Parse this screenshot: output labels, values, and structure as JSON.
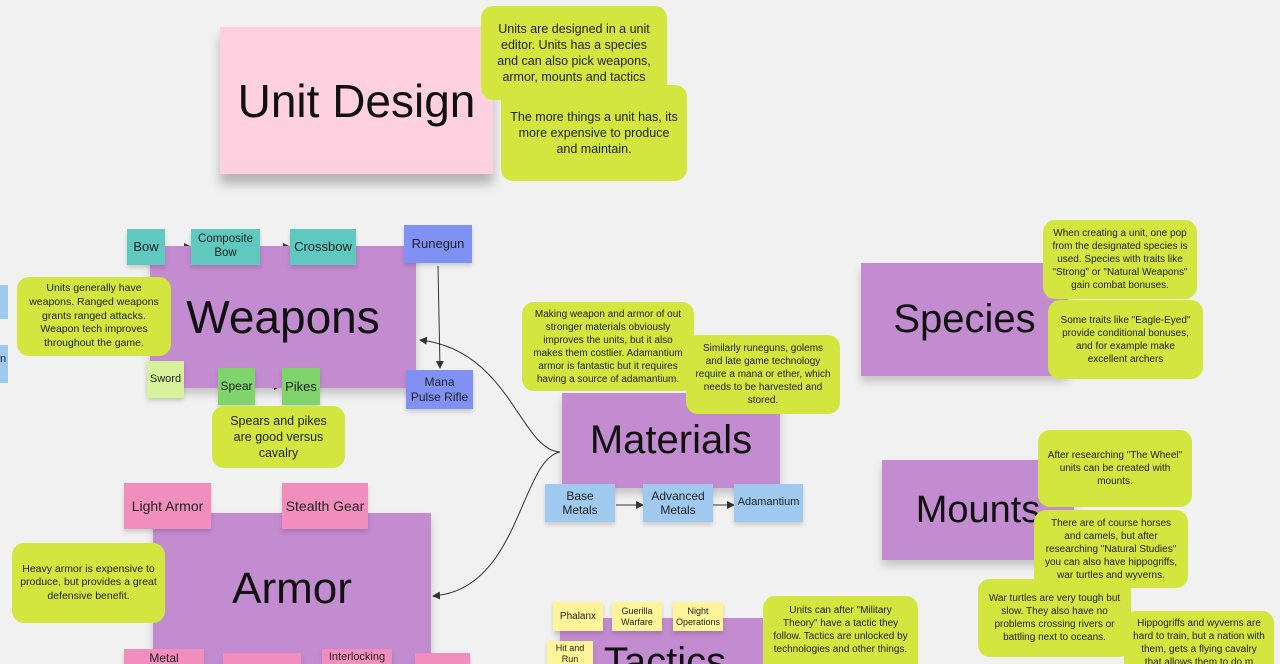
{
  "board": {
    "unit_design": "Unit Design",
    "unit_design_note_1": "Units are designed in a unit editor. Units has a species and can also pick weapons, armor, mounts and tactics",
    "unit_design_note_2": "The more things a unit has, its more expensive to produce and maintain.",
    "weapons": {
      "title": "Weapons",
      "bow": "Bow",
      "composite_bow": "Composite Bow",
      "crossbow": "Crossbow",
      "runegun": "Runegun",
      "mana_pulse_rifle": "Mana Pulse Rifle",
      "sword": "Sword",
      "spear": "Spear",
      "pikes": "Pikes",
      "note_general": "Units generally have weapons. Ranged weapons grants ranged attacks. Weapon tech improves throughout the game.",
      "note_spears": "Spears and pikes are good versus cavalry"
    },
    "armor": {
      "title": "Armor",
      "light_armor": "Light Armor",
      "stealth_gear": "Stealth Gear",
      "note": "Heavy armor is expensive to produce, but provides a great defensive benefit.",
      "metal": "Metal",
      "interlocking": "Interlocking"
    },
    "materials": {
      "title": "Materials",
      "note_1": "Making weapon and armor of out stronger materials obviously improves the units, but it also makes them costlier. Adamantium armor is fantastic but it requires having a source of adamantium.",
      "note_2": "Similarly runeguns, golems and late game technology require a mana or ether, which needs to be harvested and stored.",
      "base_metals": "Base Metals",
      "advanced_metals": "Advanced Metals",
      "adamantium": "Adamantium"
    },
    "species": {
      "title": "Species",
      "note_1": "When creating a unit, one pop from the designated species is used. Species with traits like \"Strong\" or \"Natural Weapons\" gain combat bonuses.",
      "note_2": "Some traits like \"Eagle-Eyed\" provide conditional bonuses, and for example make excellent archers"
    },
    "mounts": {
      "title": "Mounts",
      "note_1": "After researching \"The Wheel\" units can be created with mounts.",
      "note_2": "There are of course horses and camels, but after researching \"Natural Studies\" you can also have hippogriffs, war turtles and wyverns.",
      "note_3": "War turtles are very tough but slow. They also have no problems crossing rivers or battling next to oceans.",
      "note_4": "Hippogriffs and wyverns are hard to train, but a nation with them, gets a flying cavalry that allows them to do m"
    },
    "tactics": {
      "title": "Tactics",
      "phalanx": "Phalanx",
      "guerilla_warfare": "Guerilla Warfare",
      "night_operations": "Night Operations",
      "hit_and_run": "Hit and Run",
      "note": "Units can after \"Military Theory\" have a tactic they follow. Tactics are unlocked by technologies and other things."
    },
    "edge_fragment": "n"
  }
}
